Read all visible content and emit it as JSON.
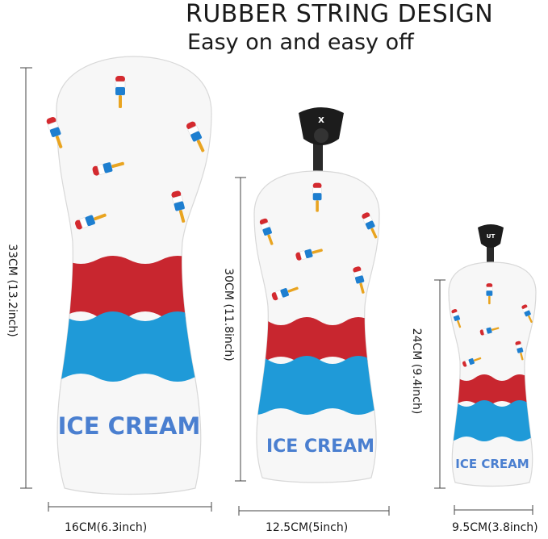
{
  "headline": "RUBBER STRING DESIGN",
  "subline": "Easy on and easy off",
  "logo_text": "ICE CREAM",
  "covers": [
    {
      "height_label": "33CM (13.2inch)",
      "width_label": "16CM(6.3inch)"
    },
    {
      "height_label": "30CM (11.8inch)",
      "width_label": "12.5CM(5inch)",
      "tag": "X"
    },
    {
      "height_label": "24CM (9.4inch)",
      "width_label": "9.5CM(3.8inch)",
      "tag": "UT"
    }
  ],
  "colors": {
    "cover_white": "#f7f7f7",
    "stripe_red": "#c8262f",
    "stripe_blue": "#1f9ad8",
    "tag_black": "#1c1c1c",
    "measure_line": "#444444"
  },
  "icons": [
    "popsicle-icon",
    "dimension-line-icon",
    "rubber-tag-icon"
  ]
}
